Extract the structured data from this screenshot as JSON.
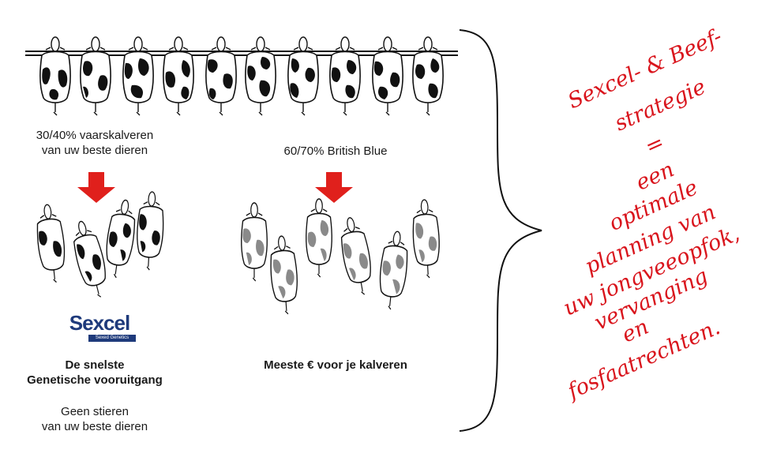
{
  "left_text": {
    "line1": "30/40% vaarskalveren",
    "line2": "van uw beste dieren"
  },
  "middle_text": "60/70% British Blue",
  "logo": {
    "word": "Sexcel",
    "tagline": "Sexed Genetics"
  },
  "left_caption": {
    "line1": "De snelste",
    "line2": "Genetische vooruitgang"
  },
  "middle_caption": "Meeste € voor je kalveren",
  "left_note": {
    "line1": "Geen stieren",
    "line2": "van uw beste dieren"
  },
  "script_lines": [
    "Sexcel- & Beef-",
    "strategie",
    "=",
    "een",
    "optimale",
    "planning van",
    "uw jongveeopfok,",
    "vervanging",
    "en",
    "fosfaatrechten."
  ],
  "colors": {
    "arrow": "#e0201c",
    "script": "#d9141c",
    "logo_blue": "#1e3a7b",
    "logo_red": "#d9141c",
    "cow_black": "#111111",
    "cow_grey": "#8a8a8a"
  },
  "icons": [
    "cow-icon",
    "down-arrow-icon",
    "brace-icon"
  ]
}
